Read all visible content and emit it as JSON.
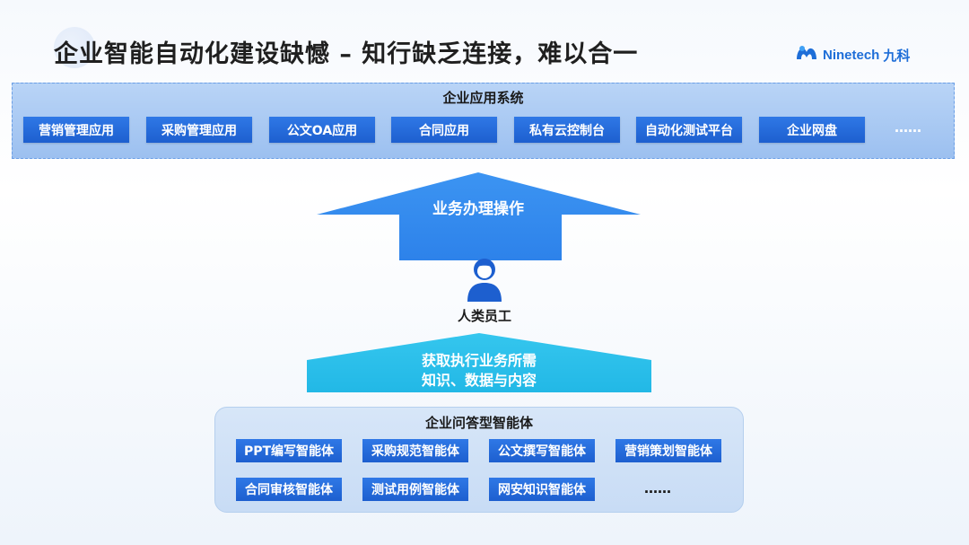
{
  "title": "企业智能自动化建设缺憾 – 知行缺乏连接，难以合一",
  "logo": {
    "text": "Ninetech",
    "suffix": "九科",
    "icon": "ninetech-logo-icon",
    "color": "#1e6ed8"
  },
  "apps_panel": {
    "title": "企业应用系统",
    "items": [
      "营销管理应用",
      "采购管理应用",
      "公文OA应用",
      "合同应用",
      "私有云控制台",
      "自动化测试平台",
      "企业网盘"
    ],
    "more": "……"
  },
  "top_arrow": {
    "label": "业务办理操作",
    "color": "#3a8ff0"
  },
  "person": {
    "label": "人类员工",
    "icon": "person-icon",
    "color": "#1d5fcf"
  },
  "bottom_arrow": {
    "line1": "获取执行业务所需",
    "line2": "知识、数据与内容",
    "color": "#2ec1ea"
  },
  "agents_panel": {
    "title": "企业问答型智能体",
    "items": [
      "PPT编写智能体",
      "采购规范智能体",
      "公文撰写智能体",
      "营销策划智能体",
      "合同审核智能体",
      "测试用例智能体",
      "网安知识智能体"
    ],
    "more": "……"
  }
}
